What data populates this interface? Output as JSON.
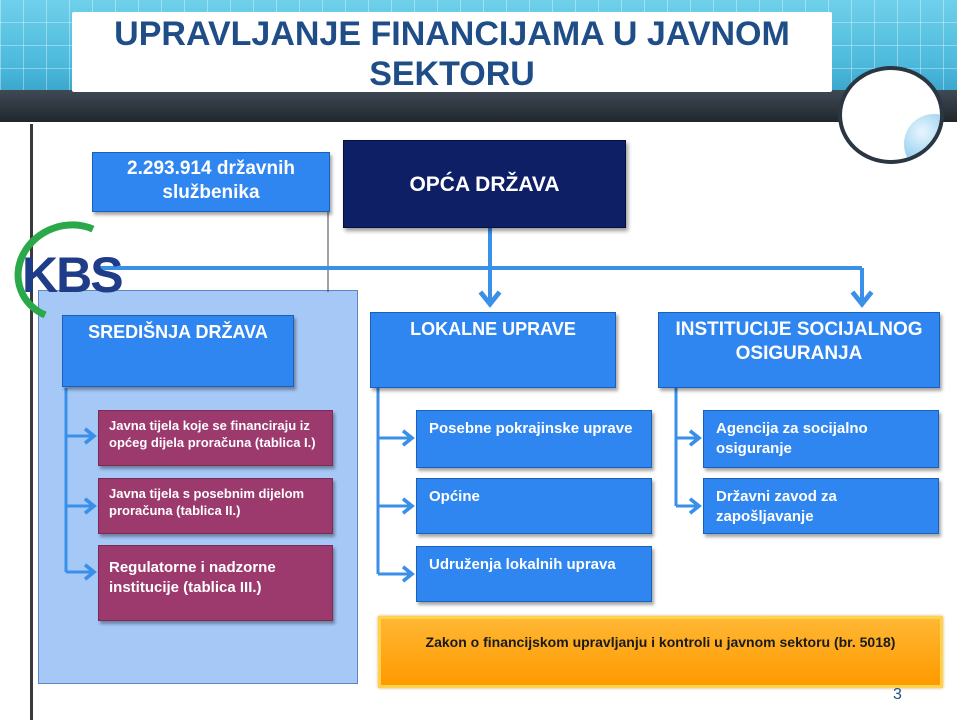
{
  "slide": {
    "title": "UPRAVLJANJE FINANCIJAMA U JAVNOM SEKTORU",
    "page_number": "3"
  },
  "logo": {
    "text": "KBS"
  },
  "nodes": {
    "count": "2.293.914 državnih službenika",
    "root": "OPĆA DRŽAVA",
    "central": "SREDIŠNJA DRŽAVA",
    "local": "LOKALNE UPRAVE",
    "social": "INSTITUCIJE SOCIJALNOG OSIGURANJA"
  },
  "central_children": [
    "Javna tijela koje se financiraju iz općeg dijela proračuna (tablica I.)",
    "Javna tijela s posebnim dijelom proračuna (tablica II.)",
    "Regulatorne i nadzorne institucije (tablica III.)"
  ],
  "local_children": [
    "Posebne pokrajinske uprave",
    "Općine",
    "Udruženja lokalnih uprava"
  ],
  "social_children": [
    "Agencija za socijalno osiguranje",
    "Državni zavod za zapošljavanje"
  ],
  "law": "Zakon o financijskom upravljanju i kontroli u javnom sektoru (br. 5018)",
  "colors": {
    "title": "#1f4d87",
    "root_box": "#0f1f66",
    "blue_box": "#2f86f0",
    "maroon_box": "#9c3a6e",
    "panel": "#a6c8f7",
    "law_box": "#ff9a00",
    "connector": "#3a8fe8"
  }
}
